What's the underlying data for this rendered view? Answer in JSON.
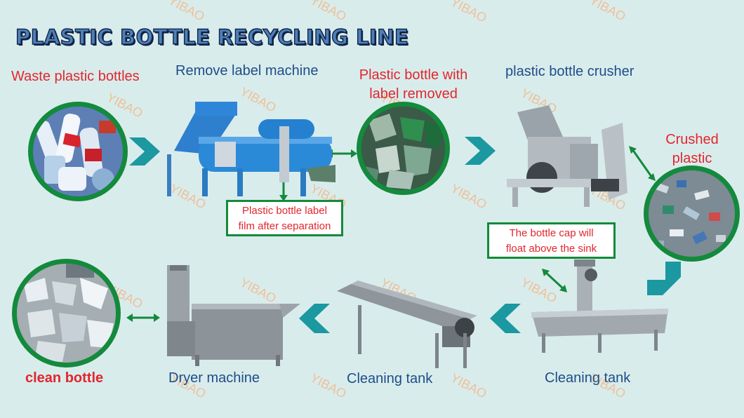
{
  "watermark": "YIBAO",
  "title": "PLASTIC BOTTLE RECYCLING LINE",
  "labels": {
    "waste": "Waste plastic bottles",
    "remove_label": "Remove label machine",
    "removed_line1": "Plastic bottle with",
    "removed_line2": "label removed",
    "crusher": "plastic bottle crusher",
    "crushed_line1": "Crushed",
    "crushed_line2": "plastic",
    "clean_bottle": "clean bottle",
    "dryer": "Dryer machine",
    "cleaning_tank_1": "Cleaning tank",
    "cleaning_tank_2": "Cleaning tank"
  },
  "notes": {
    "label_film_line1": "Plastic bottle label",
    "label_film_line2": "film after separation",
    "cap_line1": "The bottle cap will",
    "cap_line2": "float above the sink"
  },
  "colors": {
    "background": "#d9ecec",
    "circle_border": "#138a3c",
    "red_text": "#e2262e",
    "blue_text": "#1d4e88",
    "chevron": "#1b98a0",
    "watermark": "#f2b98a"
  },
  "icons": {
    "flow_arrow": "chevron-right-icon",
    "link_arrow": "double-arrow-icon"
  }
}
